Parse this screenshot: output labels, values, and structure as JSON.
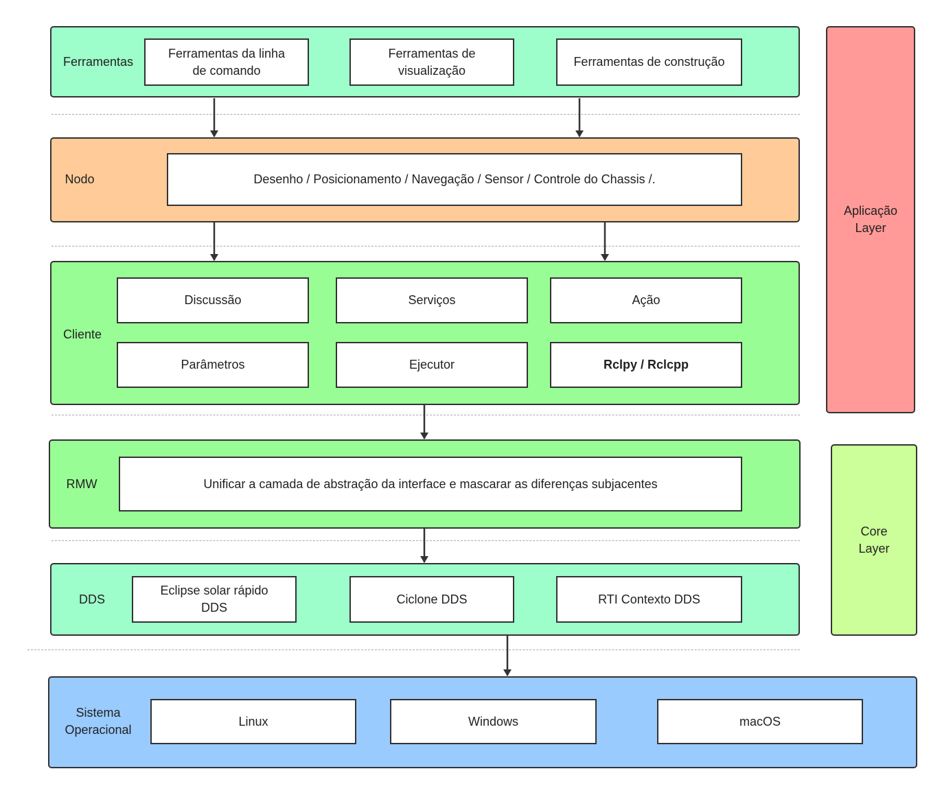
{
  "colors": {
    "tools_bg": "#9dfdcb",
    "node_bg": "#ffcb98",
    "client_bg": "#99fd95",
    "rmw_bg": "#99fd95",
    "dds_bg": "#9dfdcb",
    "os_bg": "#9acbff",
    "app_layer_bg": "#ff9a98",
    "core_layer_bg": "#ccff99",
    "border": "#333333"
  },
  "layers": {
    "tools": {
      "label": "Ferramentas",
      "boxes": [
        "Ferramentas da linha\nde comando",
        "Ferramentas de\nvisualização",
        "Ferramentas de construção"
      ]
    },
    "node": {
      "label": "Nodo",
      "boxes": [
        "Desenho / Posicionamento / Navegação / Sensor / Controle do Chassis /."
      ]
    },
    "client": {
      "label": "Cliente",
      "boxes": [
        "Discussão",
        "Serviços",
        "Ação",
        "Parâmetros",
        "Ejecutor",
        "Rclpy / Rclcpp"
      ]
    },
    "rmw": {
      "label": "RMW",
      "boxes": [
        "Unificar a camada de abstração da interface e mascarar as diferenças subjacentes"
      ]
    },
    "dds": {
      "label": "DDS",
      "boxes": [
        "Eclipse solar rápido\nDDS",
        "Ciclone DDS",
        "RTI Contexto DDS"
      ]
    },
    "os": {
      "label": "Sistema\nOperacional",
      "boxes": [
        "Linux",
        "Windows",
        "macOS"
      ]
    }
  },
  "side_layers": {
    "application": "Aplicação\nLayer",
    "core": "Core\nLayer"
  }
}
